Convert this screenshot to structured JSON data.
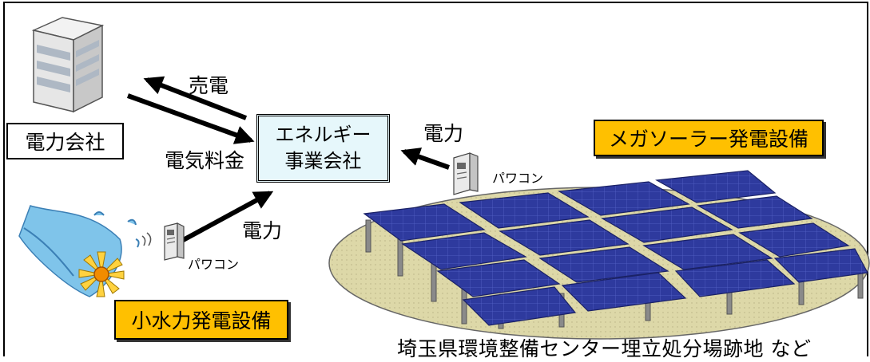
{
  "labels": {
    "utility_company": "電力会社",
    "energy_company_line1": "エネルギー",
    "energy_company_line2": "事業会社",
    "mega_solar": "メガソーラー発電設備",
    "small_hydro": "小水力発電設備",
    "sell_power": "売電",
    "electricity_fee": "電気料金",
    "power_from_solar": "電力",
    "power_from_hydro": "電力",
    "power_conditioner_solar": "パワコン",
    "power_conditioner_hydro": "パワコン",
    "site_caption": "埼玉県環境整備センター埋立処分場跡地 など"
  },
  "icons": {
    "building": "building-icon",
    "power_conditioner": "power-conditioner-icon",
    "water_turbine": "water-turbine-icon",
    "solar_array": "solar-panel-array"
  },
  "colors": {
    "label_box_fill": "#ffc000",
    "energy_box_fill": "#e6f7fb",
    "panel_blue": "#2e3a9e",
    "ground_fill": "#ddd8a8",
    "water_blue": "#7fc4ea",
    "turbine_yellow": "#ffd23f"
  }
}
